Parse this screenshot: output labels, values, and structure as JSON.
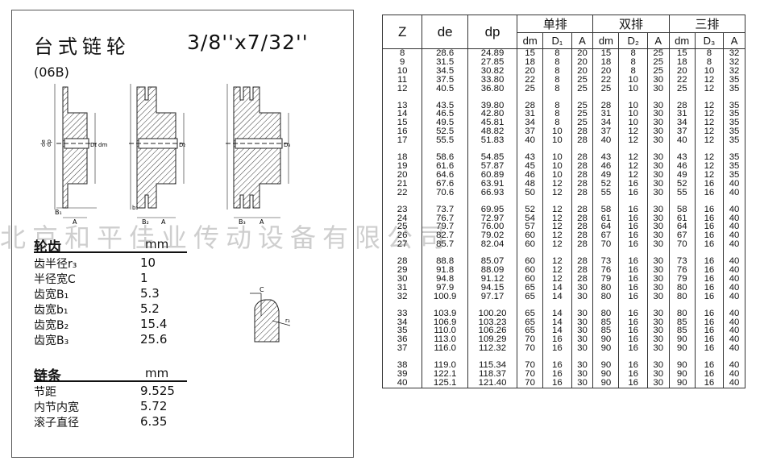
{
  "title": "台式链轮",
  "title_size": "3/8''x7/32''",
  "code": "(06B)",
  "drawing_labels": {
    "de": "de",
    "dp": "dp",
    "dm": "dm",
    "B1": "B₁",
    "b1": "b₁",
    "B2": "B₂",
    "B3": "B₃",
    "A": "A",
    "D1": "D₁",
    "D2": "D₂",
    "D3": "D₃",
    "C": "C",
    "r3": "r₃"
  },
  "sprocket": {
    "heading": "轮齿",
    "unit": "mm",
    "rows": [
      {
        "label": "齿半径r₃",
        "value": "10"
      },
      {
        "label": "半径宽C",
        "value": "1"
      },
      {
        "label": "齿宽B₁",
        "value": "5.3"
      },
      {
        "label": "齿宽b₁",
        "value": "5.2"
      },
      {
        "label": "齿宽B₂",
        "value": "15.4"
      },
      {
        "label": "齿宽B₃",
        "value": "25.6"
      }
    ]
  },
  "chain": {
    "heading": "链条",
    "unit": "mm",
    "rows": [
      {
        "label": "节距",
        "value": "9.525"
      },
      {
        "label": "内节内宽",
        "value": "5.72"
      },
      {
        "label": "滚子直径",
        "value": "6.35"
      }
    ]
  },
  "table": {
    "headers": {
      "z": "Z",
      "de": "de",
      "dp": "dp",
      "single": "单排",
      "double": "双排",
      "triple": "三排"
    },
    "subheaders": [
      "dm",
      "D₁",
      "A",
      "dm",
      "D₂",
      "A",
      "dm",
      "D₃",
      "A"
    ],
    "groups": [
      [
        [
          "8",
          "28.6",
          "24.89",
          "15",
          "8",
          "20",
          "15",
          "8",
          "25",
          "15",
          "8",
          "32"
        ],
        [
          "9",
          "31.5",
          "27.85",
          "18",
          "8",
          "20",
          "18",
          "8",
          "25",
          "18",
          "8",
          "32"
        ],
        [
          "10",
          "34.5",
          "30.82",
          "20",
          "8",
          "20",
          "20",
          "8",
          "25",
          "20",
          "10",
          "32"
        ],
        [
          "11",
          "37.5",
          "33.80",
          "22",
          "8",
          "25",
          "22",
          "10",
          "30",
          "22",
          "12",
          "35"
        ],
        [
          "12",
          "40.5",
          "36.80",
          "25",
          "8",
          "25",
          "25",
          "10",
          "30",
          "25",
          "12",
          "35"
        ]
      ],
      [
        [
          "13",
          "43.5",
          "39.80",
          "28",
          "8",
          "25",
          "28",
          "10",
          "30",
          "28",
          "12",
          "35"
        ],
        [
          "14",
          "46.5",
          "42.80",
          "31",
          "8",
          "25",
          "31",
          "10",
          "30",
          "31",
          "12",
          "35"
        ],
        [
          "15",
          "49.5",
          "45.81",
          "34",
          "8",
          "25",
          "34",
          "10",
          "30",
          "34",
          "12",
          "35"
        ],
        [
          "16",
          "52.5",
          "48.82",
          "37",
          "10",
          "28",
          "37",
          "12",
          "30",
          "37",
          "12",
          "35"
        ],
        [
          "17",
          "55.5",
          "51.83",
          "40",
          "10",
          "28",
          "40",
          "12",
          "30",
          "40",
          "12",
          "35"
        ]
      ],
      [
        [
          "18",
          "58.6",
          "54.85",
          "43",
          "10",
          "28",
          "43",
          "12",
          "30",
          "43",
          "12",
          "35"
        ],
        [
          "19",
          "61.6",
          "57.87",
          "45",
          "10",
          "28",
          "46",
          "12",
          "30",
          "46",
          "12",
          "35"
        ],
        [
          "20",
          "64.6",
          "60.89",
          "46",
          "10",
          "28",
          "49",
          "12",
          "30",
          "49",
          "12",
          "35"
        ],
        [
          "21",
          "67.6",
          "63.91",
          "48",
          "12",
          "28",
          "52",
          "16",
          "30",
          "52",
          "16",
          "40"
        ],
        [
          "22",
          "70.6",
          "66.93",
          "50",
          "12",
          "28",
          "55",
          "16",
          "30",
          "55",
          "16",
          "40"
        ]
      ],
      [
        [
          "23",
          "73.7",
          "69.95",
          "52",
          "12",
          "28",
          "58",
          "16",
          "30",
          "58",
          "16",
          "40"
        ],
        [
          "24",
          "76.7",
          "72.97",
          "54",
          "12",
          "28",
          "61",
          "16",
          "30",
          "61",
          "16",
          "40"
        ],
        [
          "25",
          "79.7",
          "76.00",
          "57",
          "12",
          "28",
          "64",
          "16",
          "30",
          "64",
          "16",
          "40"
        ],
        [
          "26",
          "82.7",
          "79.02",
          "60",
          "12",
          "28",
          "67",
          "16",
          "30",
          "67",
          "16",
          "40"
        ],
        [
          "27",
          "85.7",
          "82.04",
          "60",
          "12",
          "28",
          "70",
          "16",
          "30",
          "70",
          "16",
          "40"
        ]
      ],
      [
        [
          "28",
          "88.8",
          "85.07",
          "60",
          "12",
          "28",
          "73",
          "16",
          "30",
          "73",
          "16",
          "40"
        ],
        [
          "29",
          "91.8",
          "88.09",
          "60",
          "12",
          "28",
          "76",
          "16",
          "30",
          "76",
          "16",
          "40"
        ],
        [
          "30",
          "94.8",
          "91.12",
          "60",
          "12",
          "28",
          "79",
          "16",
          "30",
          "79",
          "16",
          "40"
        ],
        [
          "31",
          "97.9",
          "94.15",
          "65",
          "14",
          "30",
          "80",
          "16",
          "30",
          "80",
          "16",
          "40"
        ],
        [
          "32",
          "100.9",
          "97.17",
          "65",
          "14",
          "30",
          "80",
          "16",
          "30",
          "80",
          "16",
          "40"
        ]
      ],
      [
        [
          "33",
          "103.9",
          "100.20",
          "65",
          "14",
          "30",
          "80",
          "16",
          "30",
          "80",
          "16",
          "40"
        ],
        [
          "34",
          "106.9",
          "103.23",
          "65",
          "14",
          "30",
          "85",
          "16",
          "30",
          "85",
          "16",
          "40"
        ],
        [
          "35",
          "110.0",
          "106.26",
          "65",
          "14",
          "30",
          "85",
          "16",
          "30",
          "85",
          "16",
          "40"
        ],
        [
          "36",
          "113.0",
          "109.29",
          "70",
          "16",
          "30",
          "90",
          "16",
          "30",
          "90",
          "16",
          "40"
        ],
        [
          "37",
          "116.0",
          "112.32",
          "70",
          "16",
          "30",
          "90",
          "16",
          "30",
          "90",
          "16",
          "40"
        ]
      ],
      [
        [
          "38",
          "119.0",
          "115.34",
          "70",
          "16",
          "30",
          "90",
          "16",
          "30",
          "90",
          "16",
          "40"
        ],
        [
          "39",
          "122.1",
          "118.37",
          "70",
          "16",
          "30",
          "90",
          "16",
          "30",
          "90",
          "16",
          "40"
        ],
        [
          "40",
          "125.1",
          "121.40",
          "70",
          "16",
          "30",
          "90",
          "16",
          "30",
          "90",
          "16",
          "40"
        ]
      ]
    ]
  },
  "watermark": "北京和平佳业传动设备有限公司"
}
